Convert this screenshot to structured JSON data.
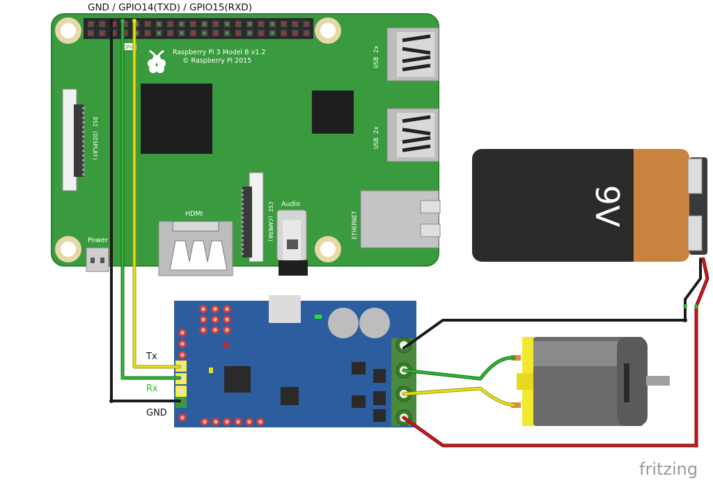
{
  "header_label": "GND / GPIO14(TXD) / GPIO15(RXD)",
  "pi": {
    "model_line1": "Raspberry Pi 3 Model B v1.2",
    "model_line2": "© Raspberry Pi 2015",
    "gpio_tag": "GPIO",
    "dsi_label": "DSI (DISPLAY)",
    "csi_label": "CSI (CAMERA)",
    "audio_label": "Audio",
    "hdmi_label": "HDMI",
    "power_label": "Power",
    "ethernet_label": "ETHERNET",
    "usb_top_label": "USB 2x",
    "usb_bottom_label": "USB 2x"
  },
  "controller": {
    "tx_label": "Tx",
    "rx_label": "Rx",
    "gnd_label": "GND"
  },
  "battery": {
    "label": "9V"
  },
  "footer": {
    "brand": "fritzing"
  },
  "colors": {
    "pcb_green": "#3a9a3e",
    "controller_blue": "#2b5d9f",
    "wire_black": "#1a1a1a",
    "wire_green": "#2fb531",
    "wire_yellow": "#e8e01c",
    "wire_red": "#c8171b",
    "battery_orange": "#c9833f",
    "motor_yellow": "#f2e830"
  }
}
